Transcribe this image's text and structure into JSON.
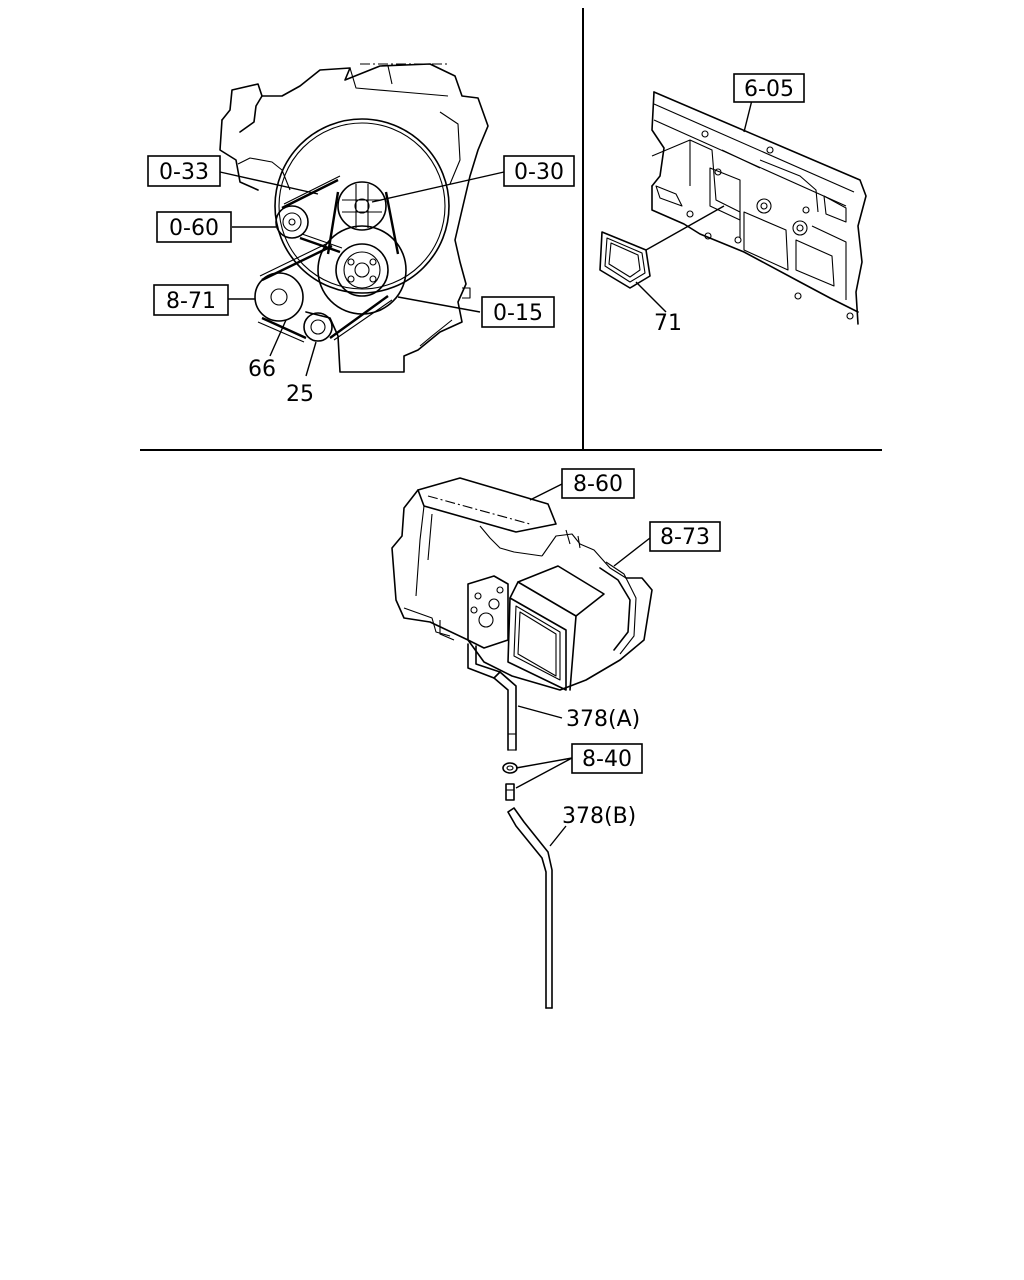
{
  "callouts": {
    "c_0_33": "0-33",
    "c_0_30": "0-30",
    "c_0_60": "0-60",
    "c_8_71": "8-71",
    "c_0_15": "0-15",
    "c_6_05": "6-05",
    "c_8_60": "8-60",
    "c_8_73": "8-73",
    "c_8_40": "8-40"
  },
  "parts": {
    "p_66": "66",
    "p_25": "25",
    "p_71": "71",
    "p_378a": "378(A)",
    "p_378b": "378(B)"
  }
}
